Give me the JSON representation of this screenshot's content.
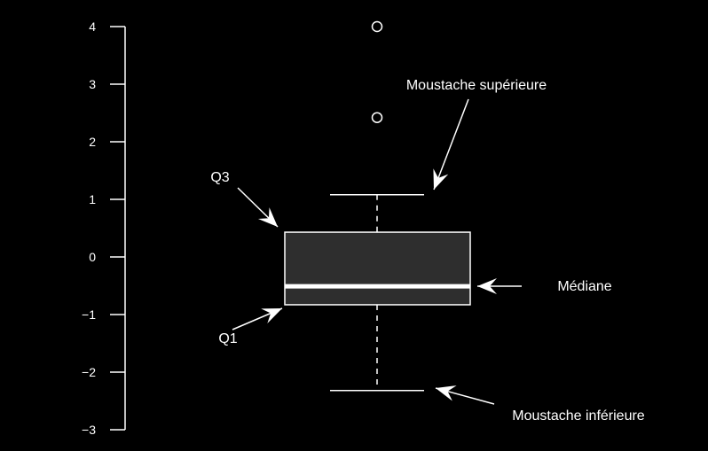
{
  "chart_data": {
    "type": "box",
    "title": "",
    "xlabel": "",
    "ylabel": "",
    "ylim": [
      -3,
      4
    ],
    "yticks": [
      -3,
      -2,
      -1,
      0,
      1,
      2,
      3,
      4
    ],
    "ytick_labels": [
      "−3",
      "−2",
      "−1",
      "0",
      "1",
      "2",
      "3",
      "4"
    ],
    "grid": false,
    "box": {
      "lower_whisker": -2.32,
      "q1": -0.83,
      "median": -0.51,
      "q3": 0.43,
      "upper_whisker": 1.08,
      "outliers": [
        4.0,
        2.42
      ]
    },
    "colors": {
      "background": "#000000",
      "box_fill": "#2e2e2e",
      "stroke": "#ffffff"
    },
    "annotations": {
      "upper_whisker": "Moustache supérieure",
      "q3": "Q3",
      "median": "Médiane",
      "q1": "Q1",
      "lower_whisker": "Moustache inférieure"
    }
  }
}
